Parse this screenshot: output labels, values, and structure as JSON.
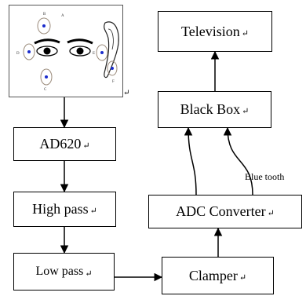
{
  "diagram": {
    "nodes": {
      "ad620": "AD620",
      "high_pass": "High pass",
      "low_pass": "Low pass",
      "clamper": "Clamper",
      "adc": "ADC Converter",
      "black_box": "Black Box",
      "television": "Television"
    },
    "edge_label_bluetooth": "Blue tooth",
    "paragraph_mark": "↵",
    "electrode_image": {
      "letters": [
        "B",
        "D",
        "A",
        "C",
        "E",
        "F"
      ]
    },
    "edges": [
      {
        "from": "electrode_image",
        "to": "ad620"
      },
      {
        "from": "ad620",
        "to": "high_pass"
      },
      {
        "from": "high_pass",
        "to": "low_pass"
      },
      {
        "from": "low_pass",
        "to": "clamper"
      },
      {
        "from": "clamper",
        "to": "adc"
      },
      {
        "from": "adc",
        "to": "black_box",
        "label": "Blue tooth"
      },
      {
        "from": "adc",
        "to": "black_box"
      },
      {
        "from": "black_box",
        "to": "television"
      }
    ]
  }
}
